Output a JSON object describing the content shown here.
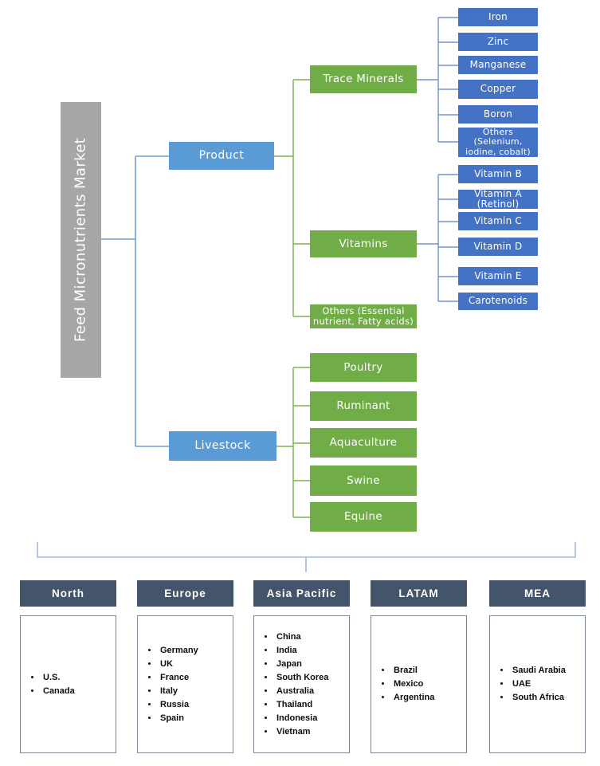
{
  "diagram_title": "Feed Micronutrients Market",
  "tree": {
    "root_label": "Feed Micronutrients Market",
    "product": {
      "label": "Product",
      "groups": [
        {
          "label": "Trace Minerals",
          "items": [
            "Iron",
            "Zinc",
            "Manganese",
            "Copper",
            "Boron",
            "Others (Selenium, iodine, cobalt)"
          ]
        },
        {
          "label": "Vitamins",
          "items": [
            "Vitamin B",
            "Vitamin A (Retinol)",
            "Vitamin C",
            "Vitamin D",
            "Vitamin E",
            "Carotenoids"
          ]
        },
        {
          "label": "Others (Essential nutrient, Fatty acids)",
          "items": []
        }
      ]
    },
    "livestock": {
      "label": "Livestock",
      "items": [
        "Poultry",
        "Ruminant",
        "Aquaculture",
        "Swine",
        "Equine"
      ]
    }
  },
  "regions": [
    {
      "name": "North",
      "items": [
        "U.S.",
        "Canada"
      ]
    },
    {
      "name": "Europe",
      "items": [
        "Germany",
        "UK",
        "France",
        "Italy",
        "Russia",
        "Spain"
      ]
    },
    {
      "name": "Asia Pacific",
      "items": [
        "China",
        "India",
        "Japan",
        "South Korea",
        "Australia",
        "Thailand",
        "Indonesia",
        "Vietnam"
      ]
    },
    {
      "name": "LATAM",
      "items": [
        "Brazil",
        "Mexico",
        "Argentina"
      ]
    },
    {
      "name": "MEA",
      "items": [
        "Saudi Arabia",
        "UAE",
        "South Africa"
      ]
    }
  ],
  "colors": {
    "root-gray": "#a6a6a6",
    "branch-blue": "#5b9bd5",
    "node-green": "#70ad47",
    "leaf-blue": "#4472c4",
    "header-slate": "#44546a",
    "line-blue": "#6fa0d6",
    "line-green": "#7cb152",
    "line-leaf": "#7291d0",
    "line-bracket": "#a3b8dc",
    "list-border": "#7b8794"
  }
}
